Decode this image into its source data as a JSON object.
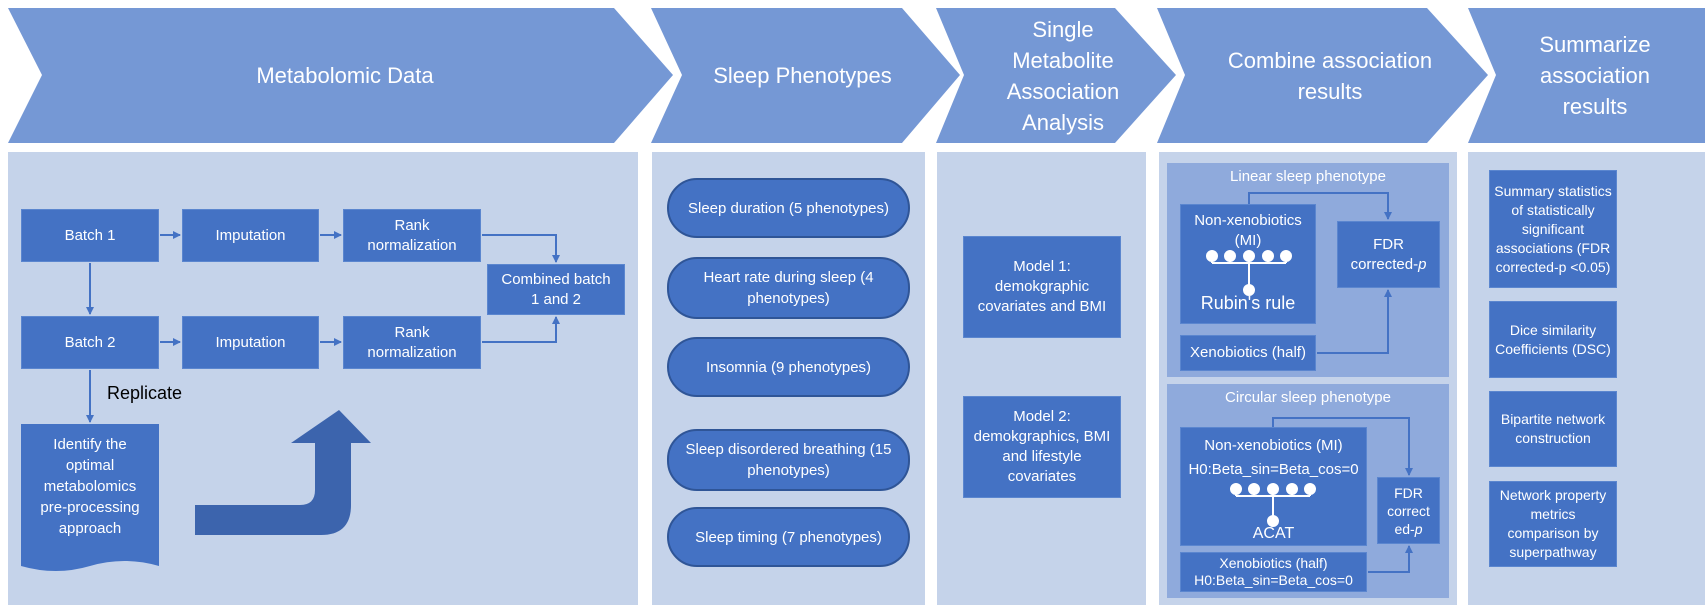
{
  "header": {
    "metabolomic": "Metabolomic Data",
    "sleep": "Sleep Phenotypes",
    "single": "Single\nMetabolite\nAssociation\nAnalysis",
    "combine": "Combine association\nresults",
    "summarize": "Summarize\nassociation\nresults"
  },
  "metabolomic": {
    "batch1": "Batch 1",
    "batch2": "Batch 2",
    "imputation1": "Imputation",
    "imputation2": "Imputation",
    "rank1": "Rank\nnormalization",
    "rank2": "Rank\nnormalization",
    "combined": "Combined batch\n1 and 2",
    "replicate": "Replicate",
    "identify": "Identify the\noptimal\nmetabolomics\npre-processing\napproach"
  },
  "sleep": {
    "items": [
      "Sleep duration (5 phenotypes)",
      "Heart rate during sleep (4 phenotypes)",
      "Insomnia (9 phenotypes)",
      "Sleep disordered breathing (15 phenotypes)",
      "Sleep timing (7 phenotypes)"
    ]
  },
  "models": {
    "model1": "Model 1:\ndemokgraphic\ncovariates and BMI",
    "model2": "Model 2:\ndemokgraphics, BMI\nand lifestyle\ncovariates"
  },
  "combine": {
    "linear_title": "Linear sleep phenotype",
    "linear_nonxeno": "Non-xenobiotics\n(MI)",
    "linear_rule": "Rubin's rule",
    "linear_fdr": "FDR\ncorrected-",
    "linear_p": "p",
    "linear_xeno": "Xenobiotics (half)",
    "circular_title": "Circular sleep phenotype",
    "circular_nonxeno": "Non-xenobiotics (MI)",
    "circular_h0": "H0:Beta_sin=Beta_cos=0",
    "circular_rule": "ACAT",
    "circular_fdr": "FDR\ncorrect\ned-",
    "circular_p": "p",
    "circular_xeno": "Xenobiotics (half)",
    "circular_xeno_h0": "H0:Beta_sin=Beta_cos=0"
  },
  "summarize": {
    "items": [
      "Summary statistics of statistically significant associations (FDR corrected-p <0.05)",
      "Dice similarity Coefficients (DSC)",
      "Bipartite network construction",
      "Network property metrics comparison by superpathway"
    ]
  },
  "colors": {
    "chevron": "#7598d5",
    "panel": "#c5d3ea",
    "box": "#4472c4",
    "subpanel": "#8faadc",
    "pill_border": "#2f5597",
    "arrow": "#4472c4",
    "big_arrow": "#3c64ad"
  }
}
